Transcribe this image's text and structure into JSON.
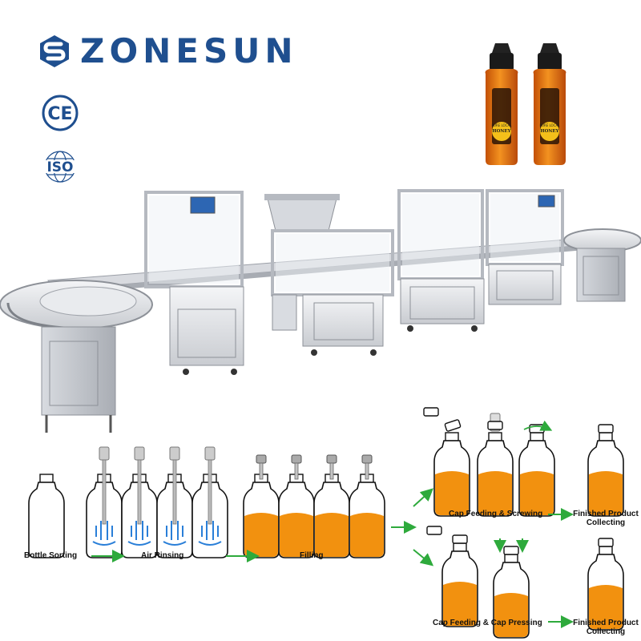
{
  "brand": {
    "name": "ZONESUN",
    "primary_color": "#1f4f8f",
    "logo_icon": "zonesun-s-logo-icon"
  },
  "certifications": [
    {
      "name": "ce-mark-icon",
      "text": "CE"
    },
    {
      "name": "iso-mark-icon",
      "text": "ISO"
    }
  ],
  "product": {
    "label_top": "PURE LOCAL",
    "label_main": "HONEY",
    "liquid_color": "#e8780c",
    "cap_color": "#1a1a1a"
  },
  "process": {
    "arrow_color": "#2eaa3c",
    "liquid_color": "#f2910f",
    "steps": {
      "bottle_sorting": "Bottle Sorting",
      "air_rinsing": "Air Rinsing",
      "filling": "Filling",
      "cap_screwing": "Cap Feeding & Screwing",
      "cap_pressing": "Cap Feeding & Cap Pressing",
      "finished_1_line1": "Finished Product",
      "finished_1_line2": "Collecting",
      "finished_2_line1": "Finished Product",
      "finished_2_line2": "Collecting"
    }
  }
}
